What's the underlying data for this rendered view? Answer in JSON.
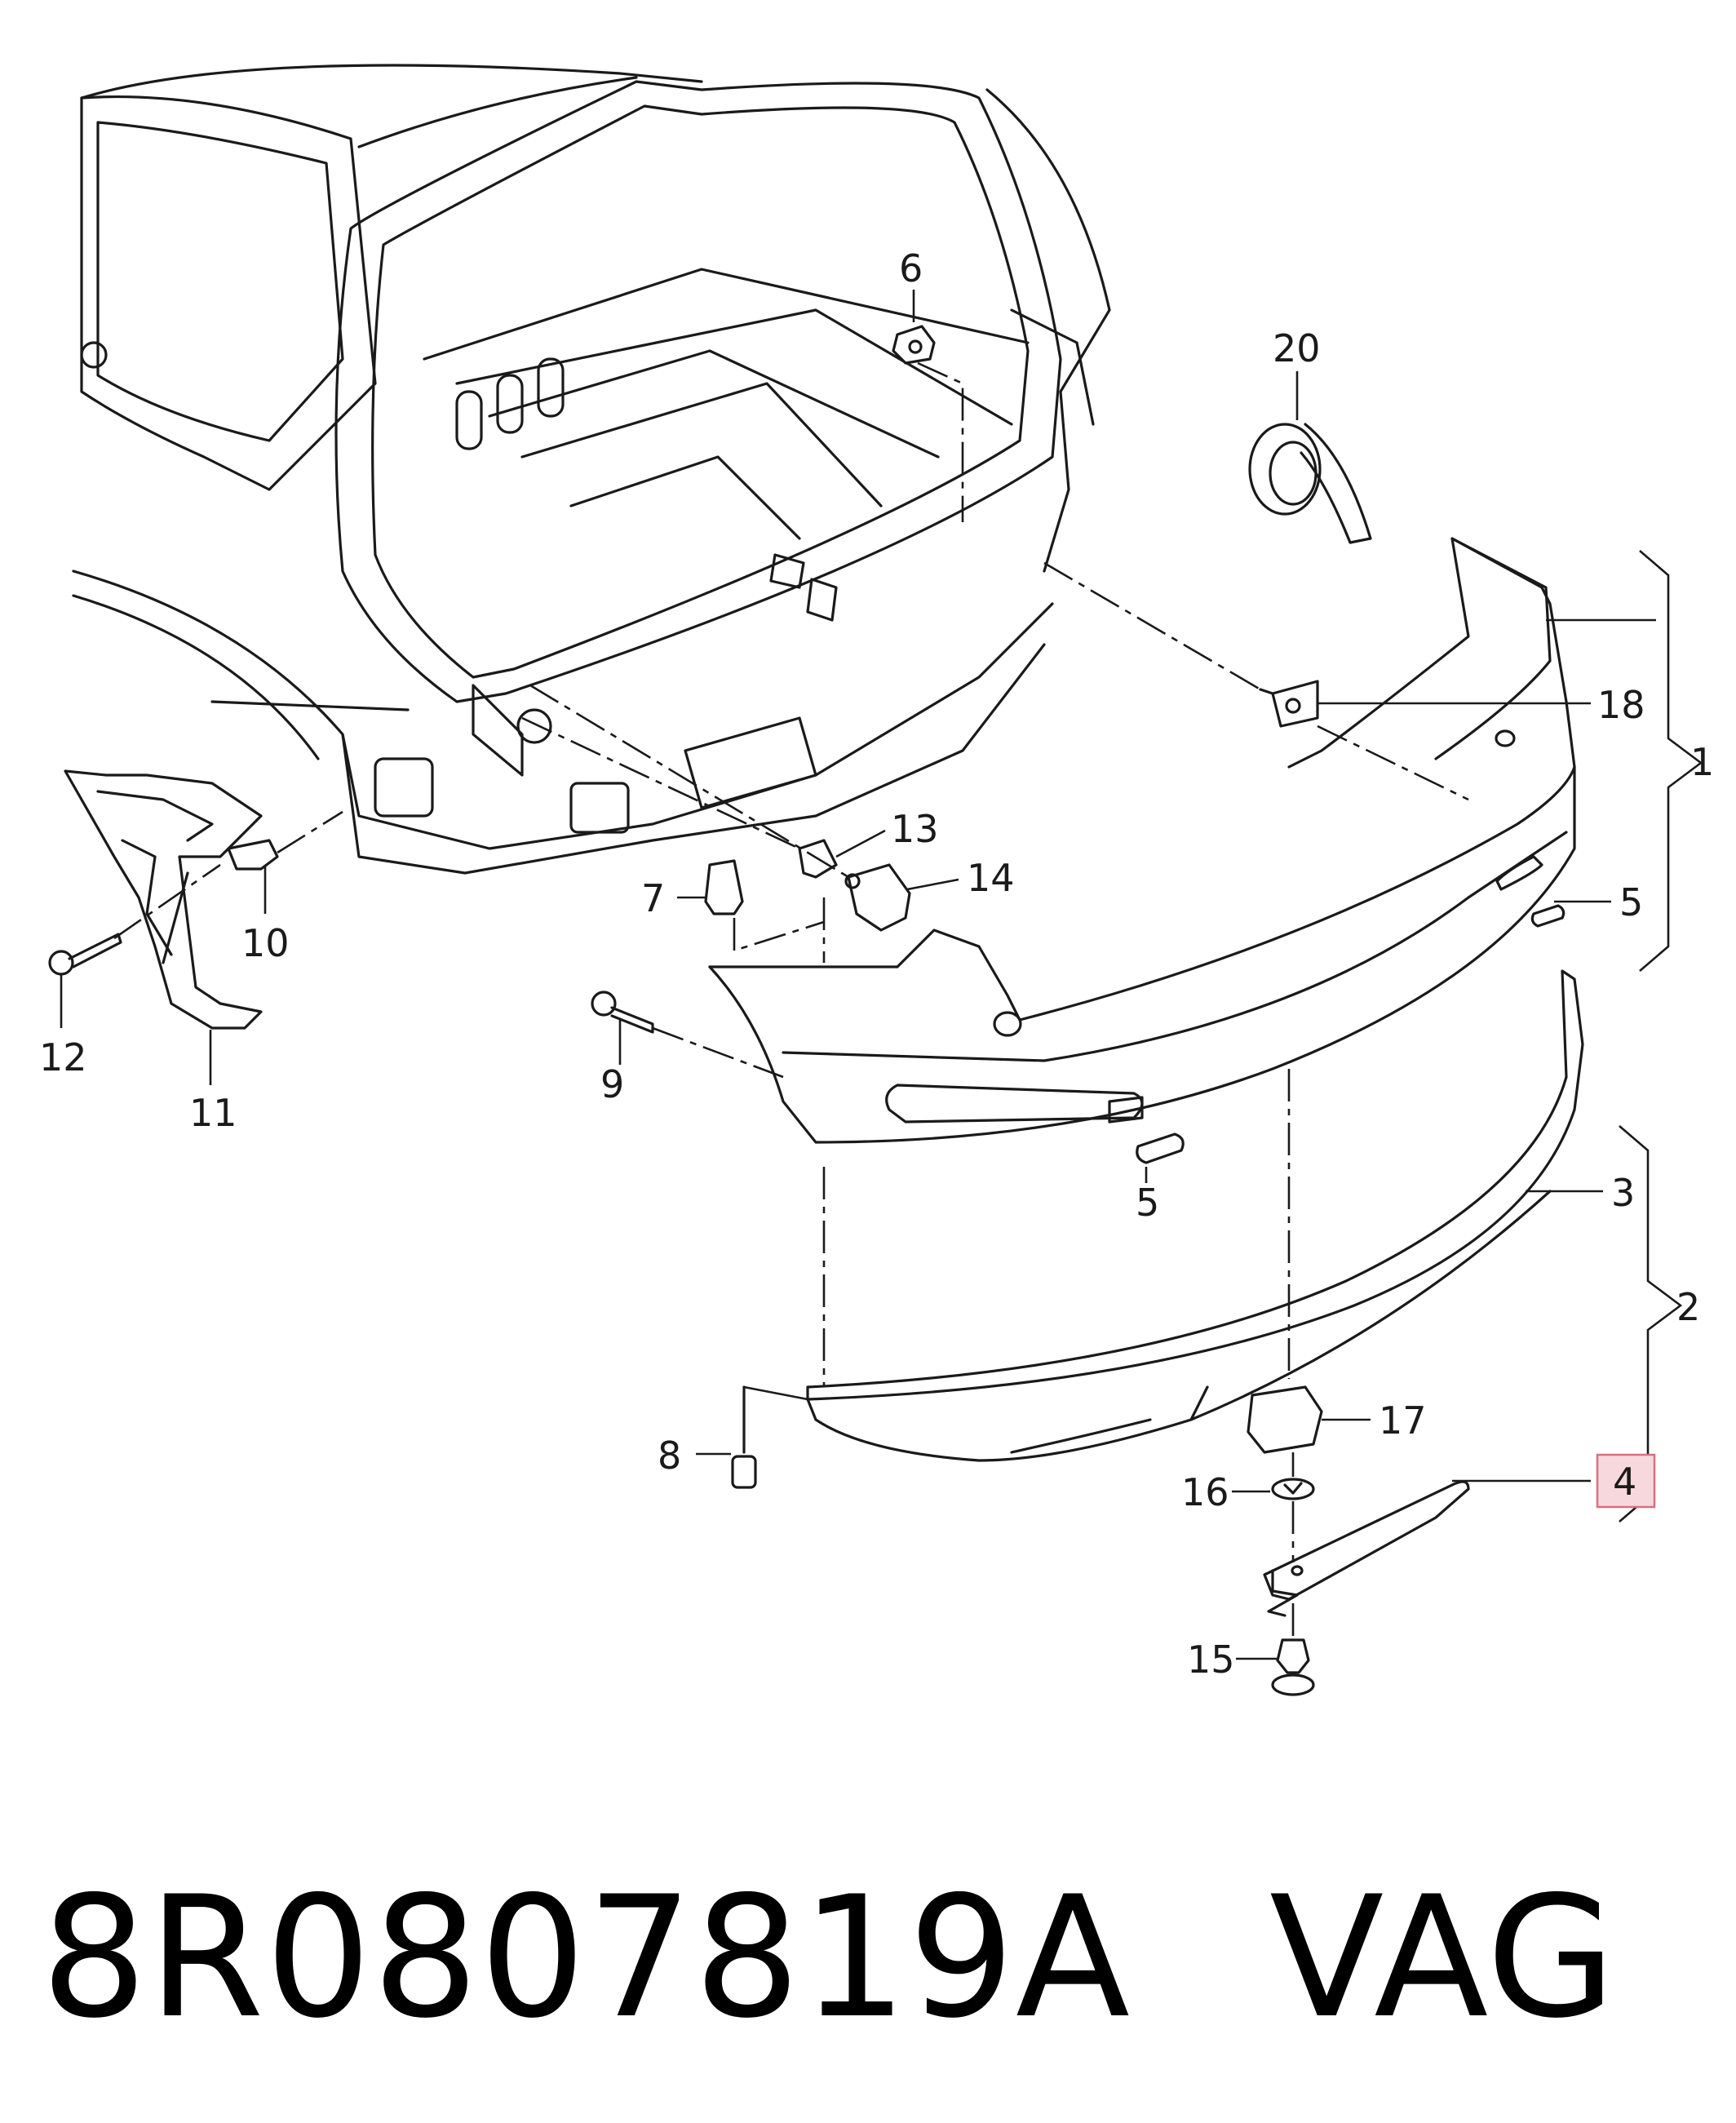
{
  "callouts": {
    "c1": "1",
    "c2": "2",
    "c3": "3",
    "c4": "4",
    "c5a": "5",
    "c5b": "5",
    "c6": "6",
    "c7": "7",
    "c8": "8",
    "c9": "9",
    "c10": "10",
    "c11": "11",
    "c12": "12",
    "c13": "13",
    "c14": "14",
    "c15": "15",
    "c16": "16",
    "c17": "17",
    "c18": "18",
    "c20": "20"
  },
  "footer": {
    "part_number": "8R0807819A",
    "brand": "VAG"
  },
  "highlight_color": "#f7d9dd"
}
